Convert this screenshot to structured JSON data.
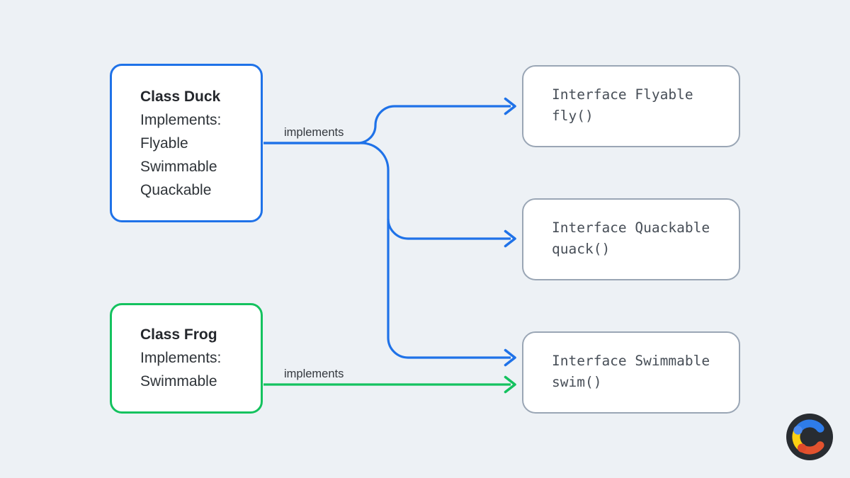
{
  "theme": {
    "background": "#edf1f5",
    "node_bg": "#ffffff",
    "blue": "#1f72e8",
    "green": "#14c25f",
    "gray_border": "#9aa6b5",
    "text_dark": "#2e3338",
    "text_mono": "#474e57",
    "label_text": "#34383e"
  },
  "class_boxes": [
    {
      "title": "Class Duck",
      "lines": [
        "Implements:",
        "Flyable",
        "Swimmable",
        "Quackable"
      ]
    },
    {
      "title": "Class Frog",
      "lines": [
        "Implements:",
        "Swimmable"
      ]
    }
  ],
  "interface_boxes": [
    {
      "title": "Interface Flyable",
      "method": "fly()"
    },
    {
      "title": "Interface Quackable",
      "method": "quack()"
    },
    {
      "title": "Interface Swimmable",
      "method": "swim()"
    }
  ],
  "edges": [
    {
      "from": "Class Duck",
      "to": "Interface Flyable",
      "label": "implements",
      "color": "#1f72e8"
    },
    {
      "from": "Class Duck",
      "to": "Interface Quackable",
      "label": "implements",
      "color": "#1f72e8"
    },
    {
      "from": "Class Duck",
      "to": "Interface Swimmable",
      "label": "implements",
      "color": "#1f72e8"
    },
    {
      "from": "Class Frog",
      "to": "Interface Swimmable",
      "label": "implements",
      "color": "#14c25f"
    }
  ],
  "logo": {
    "icon": "c-logo-icon",
    "bg": "#282c31",
    "blue": "#2e7ce9",
    "yellow": "#fcd012",
    "red": "#e2522e",
    "dot_blue": "#4e8cf0",
    "dot_red": "#df4a2b"
  }
}
